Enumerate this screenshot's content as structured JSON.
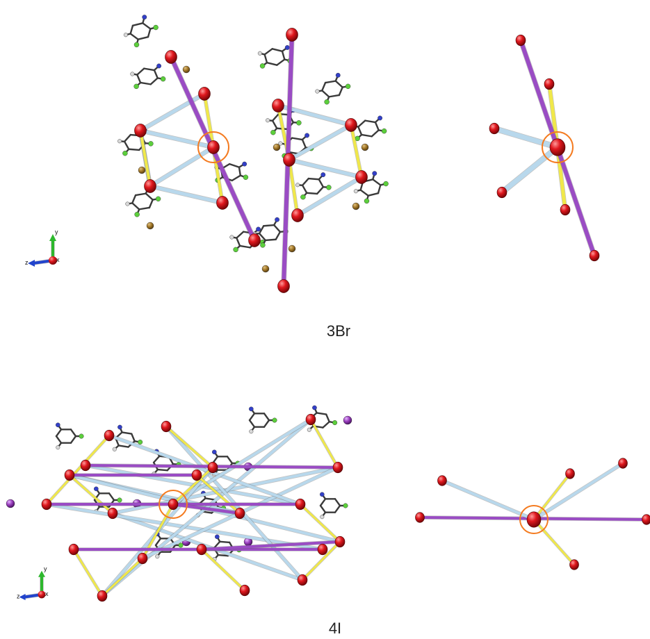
{
  "panels": {
    "top": {
      "caption": "3Br"
    },
    "bottom": {
      "caption": "4I"
    }
  },
  "axes_labels": {
    "x": "x",
    "y": "y",
    "z": "z"
  },
  "colors": {
    "centroid": "#e0181e",
    "purple_edge": "#9a4cc4",
    "yellow_edge": "#f0e84a",
    "blue_edge": "#b8d8ec",
    "highlight_ring": "#f47b20",
    "carbon": "#3a3a3a",
    "nitrogen": "#3340c8",
    "hydrogen": "#d8d8d8",
    "fluorine": "#5ccf3c",
    "bromine": "#a57a2a",
    "iodine": "#9b3fbf"
  }
}
